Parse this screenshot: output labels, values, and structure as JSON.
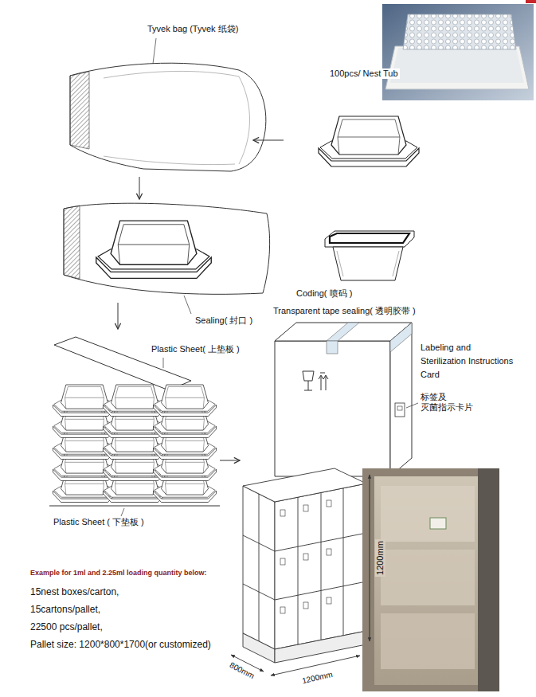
{
  "diagram": {
    "labels": [
      "Tyvek bag (Tyvek 纸袋)",
      "100pcs/ Nest Tub",
      "Sealing( 封口 )",
      "Coding( 喷码 )",
      "Transparent tape sealing( 透明胶带 )",
      "Plastic Sheet( 上垫板 )",
      "Labeling and Sterilization Instructions Card",
      "标签及 灭菌指示卡片",
      "1200mm",
      "Plastic Sheet ( 下垫板 )",
      "Example for 1ml and 2.25ml loading quantity below:",
      "15nest boxes/carton,",
      "15cartons/pallet,",
      "22500 pcs/pallet,",
      "Pallet size: 1200*800*1700(or customized)",
      "800mm",
      "1200mm"
    ]
  }
}
